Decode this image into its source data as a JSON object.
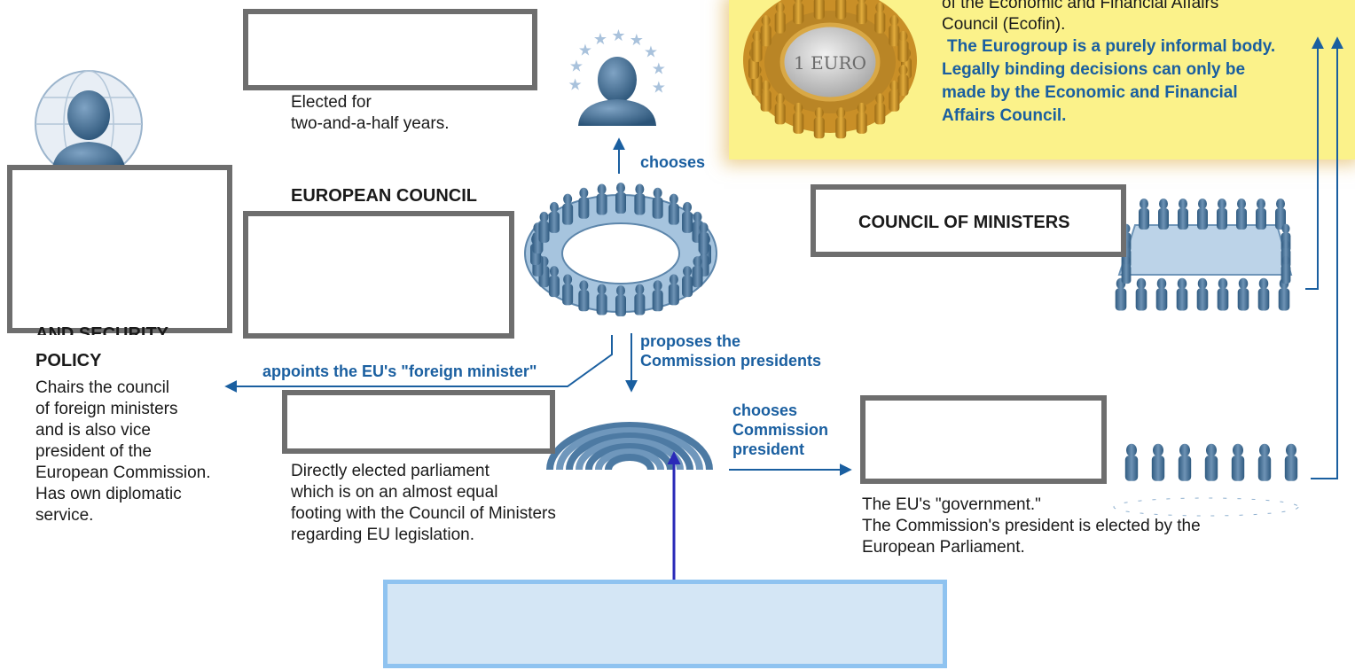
{
  "president": {
    "text_line1": "Elected for",
    "text_line2": "two-and-a-half years."
  },
  "arrows": {
    "chooses": "chooses",
    "proposes_line1": "proposes the",
    "proposes_line2": "Commission presidents",
    "appoints": "appoints the EU's \"foreign minister\"",
    "chooses_commission_line1": "chooses",
    "chooses_commission_line2": "Commission",
    "chooses_commission_line3": "president"
  },
  "european_council": {
    "title": "EUROPEAN COUNCIL"
  },
  "foreign_policy": {
    "partial_heading": "AND SECURITY",
    "heading": "POLICY",
    "lines": [
      "Chairs the council",
      "of foreign ministers",
      "and is also vice",
      "president of the",
      "European Commission.",
      "Has own diplomatic",
      "service."
    ]
  },
  "parliament": {
    "lines": [
      "Directly elected parliament",
      "which is on an almost equal",
      "footing with the Council of Ministers",
      "regarding EU legislation."
    ]
  },
  "council_of_ministers": {
    "title": "COUNCIL OF MINISTERS"
  },
  "commission": {
    "lines": [
      "The EU's \"government.\"",
      "The Commission's president is elected by the",
      "European Parliament."
    ]
  },
  "eurogroup": {
    "line1": "of the Economic and Financial Affairs",
    "line2": "Council (Ecofin).",
    "bold_lines": [
      "The Eurogroup is a purely informal body.",
      "Legally binding decisions can only be",
      "made by the Economic and Financial",
      "Affairs Council."
    ],
    "coin_text": "1 EURO"
  },
  "colors": {
    "accent_blue": "#1a5fa0",
    "figure_blue": "#4a7194",
    "yellow_panel": "#fbf28a",
    "box_border": "#6e6e6e",
    "answer_fill": "#d4e6f5",
    "answer_border": "#8fc3f0"
  }
}
